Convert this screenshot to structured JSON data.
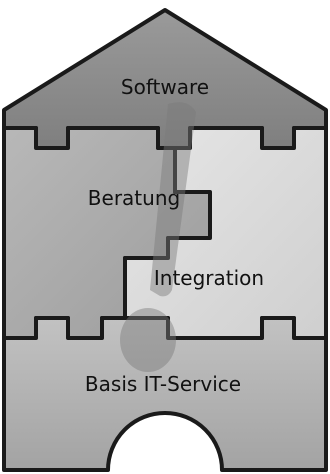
{
  "diagram": {
    "pieces": {
      "roof": {
        "label": "Software",
        "color": "#8e8e8e"
      },
      "left": {
        "label": "Beratung",
        "color": "#a9a9a9"
      },
      "right": {
        "label": "Integration",
        "color": "#d9d9d9"
      },
      "base": {
        "label": "Basis IT-Service",
        "color": "#b3b3b3"
      }
    },
    "exclamation_color": "#7a7a7a",
    "outline_color": "#1a1a1a"
  }
}
